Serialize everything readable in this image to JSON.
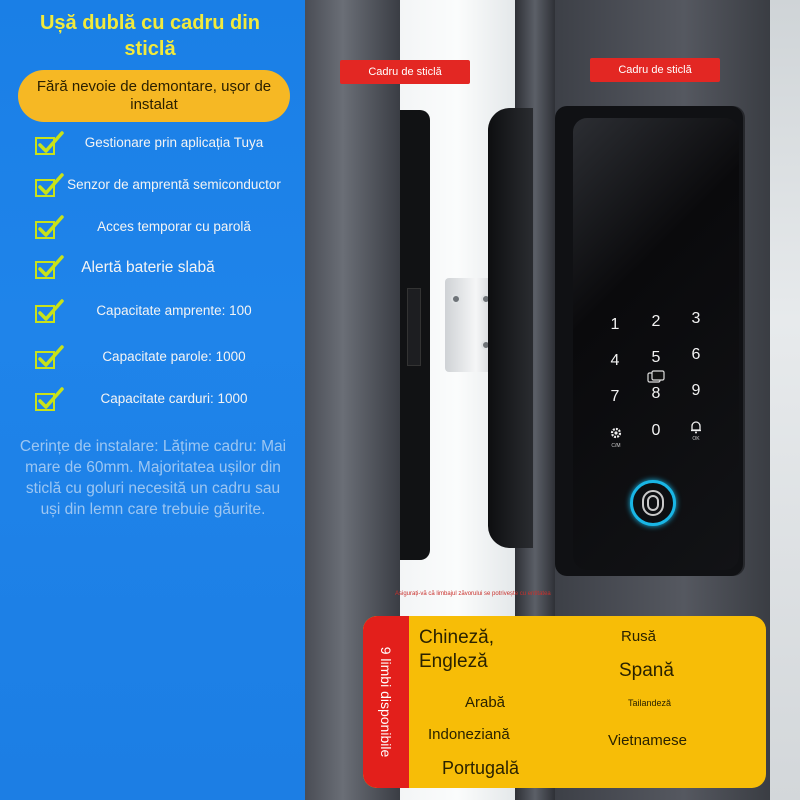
{
  "header": {
    "title": "Ușă dublă cu cadru din sticlă",
    "pill_text": "Fără nevoie de demontare, ușor de instalat"
  },
  "features": [
    {
      "text": "Gestionare prin aplicația Tuya"
    },
    {
      "text": "Senzor de amprentă semiconductor"
    },
    {
      "text": "Acces temporar cu parolă"
    },
    {
      "text": "Alertă baterie slabă"
    },
    {
      "text": "Capacitate amprente: 100"
    },
    {
      "text": "Capacitate parole: 1000"
    },
    {
      "text": "Capacitate carduri: 1000"
    }
  ],
  "install_note": "Cerințe de instalare: Lățime cadru: Mai mare de 60mm. Majoritatea ușilor din sticlă cu goluri necesită un cadru sau uși din lemn care trebuie găurite.",
  "labels": {
    "left_tag": "Cadru de sticlă",
    "right_tag": "Cadru de sticlă",
    "fine_print": "Asigurați-vă că limbajul zăvorului se potrivește cu entitatea"
  },
  "keypad": {
    "keys": [
      "1",
      "2",
      "3",
      "4",
      "5",
      "6",
      "7",
      "8",
      "9",
      "0"
    ],
    "cm_label": "C/M",
    "ok_label": "OK"
  },
  "languages": {
    "side_label": "9 limbi disponibile",
    "items": [
      "Chineză, Engleză",
      "Rusă",
      "Spană",
      "Arabă",
      "Tailandeză",
      "Indoneziană",
      "Vietnamese",
      "Portugală"
    ]
  },
  "colors": {
    "panel_blue": "#1f84ea",
    "title_yellow": "#f2ea3c",
    "pill_orange": "#f6b824",
    "check_green": "#c8e21a",
    "tag_red": "#e32723",
    "lang_box": "#f7bd07",
    "fingerprint_ring": "#19b6e6"
  }
}
